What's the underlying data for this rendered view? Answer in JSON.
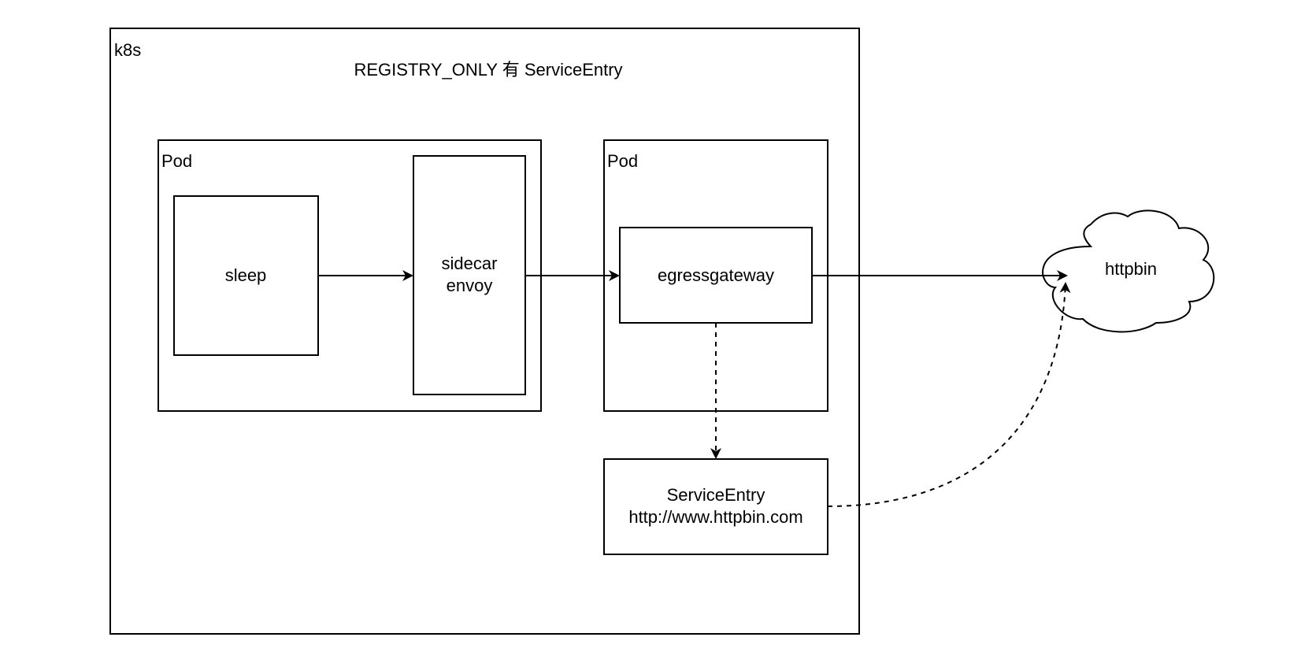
{
  "diagram": {
    "cluster": {
      "label": "k8s",
      "title": "REGISTRY_ONLY 有 ServiceEntry"
    },
    "pod_left": {
      "label": "Pod",
      "sleep": "sleep",
      "sidecar_line1": "sidecar",
      "sidecar_line2": "envoy"
    },
    "pod_right": {
      "label": "Pod",
      "egressgateway": "egressgateway"
    },
    "service_entry": {
      "line1": "ServiceEntry",
      "line2": "http://www.httpbin.com"
    },
    "external": {
      "label": "httpbin"
    },
    "colors": {
      "stroke": "#000000",
      "background": "#ffffff"
    }
  }
}
